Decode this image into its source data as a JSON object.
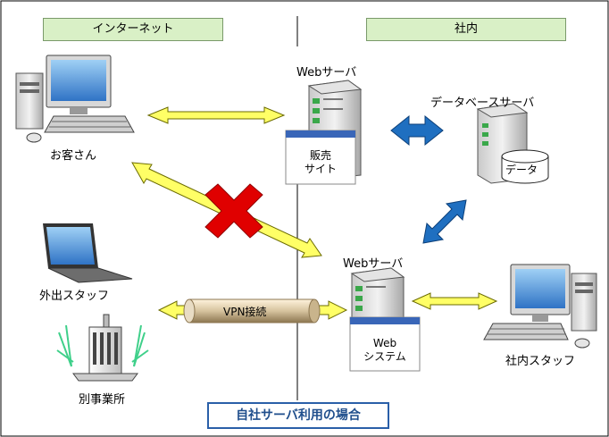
{
  "zones": {
    "internet": "インターネット",
    "intranet": "社内"
  },
  "nodes": {
    "customer": "お客さん",
    "web_server_top": "Webサーバ",
    "db_server": "データベースサーバ",
    "db_cylinder": "データ",
    "sales_site": [
      "販売",
      "サイト"
    ],
    "web_server_bottom": "Webサーバ",
    "web_system": [
      "Web",
      "システム"
    ],
    "field_staff": "外出スタッフ",
    "branch_office": "別事業所",
    "vpn": "VPN接続",
    "internal_staff": "社内スタッフ"
  },
  "caption": "自社サーバ利用の場合",
  "colors": {
    "arrow_yellow": "#ffff66",
    "arrow_blue": "#1f6fc0",
    "cross_red": "#e00000",
    "zone_green": "#d9f0c6"
  }
}
